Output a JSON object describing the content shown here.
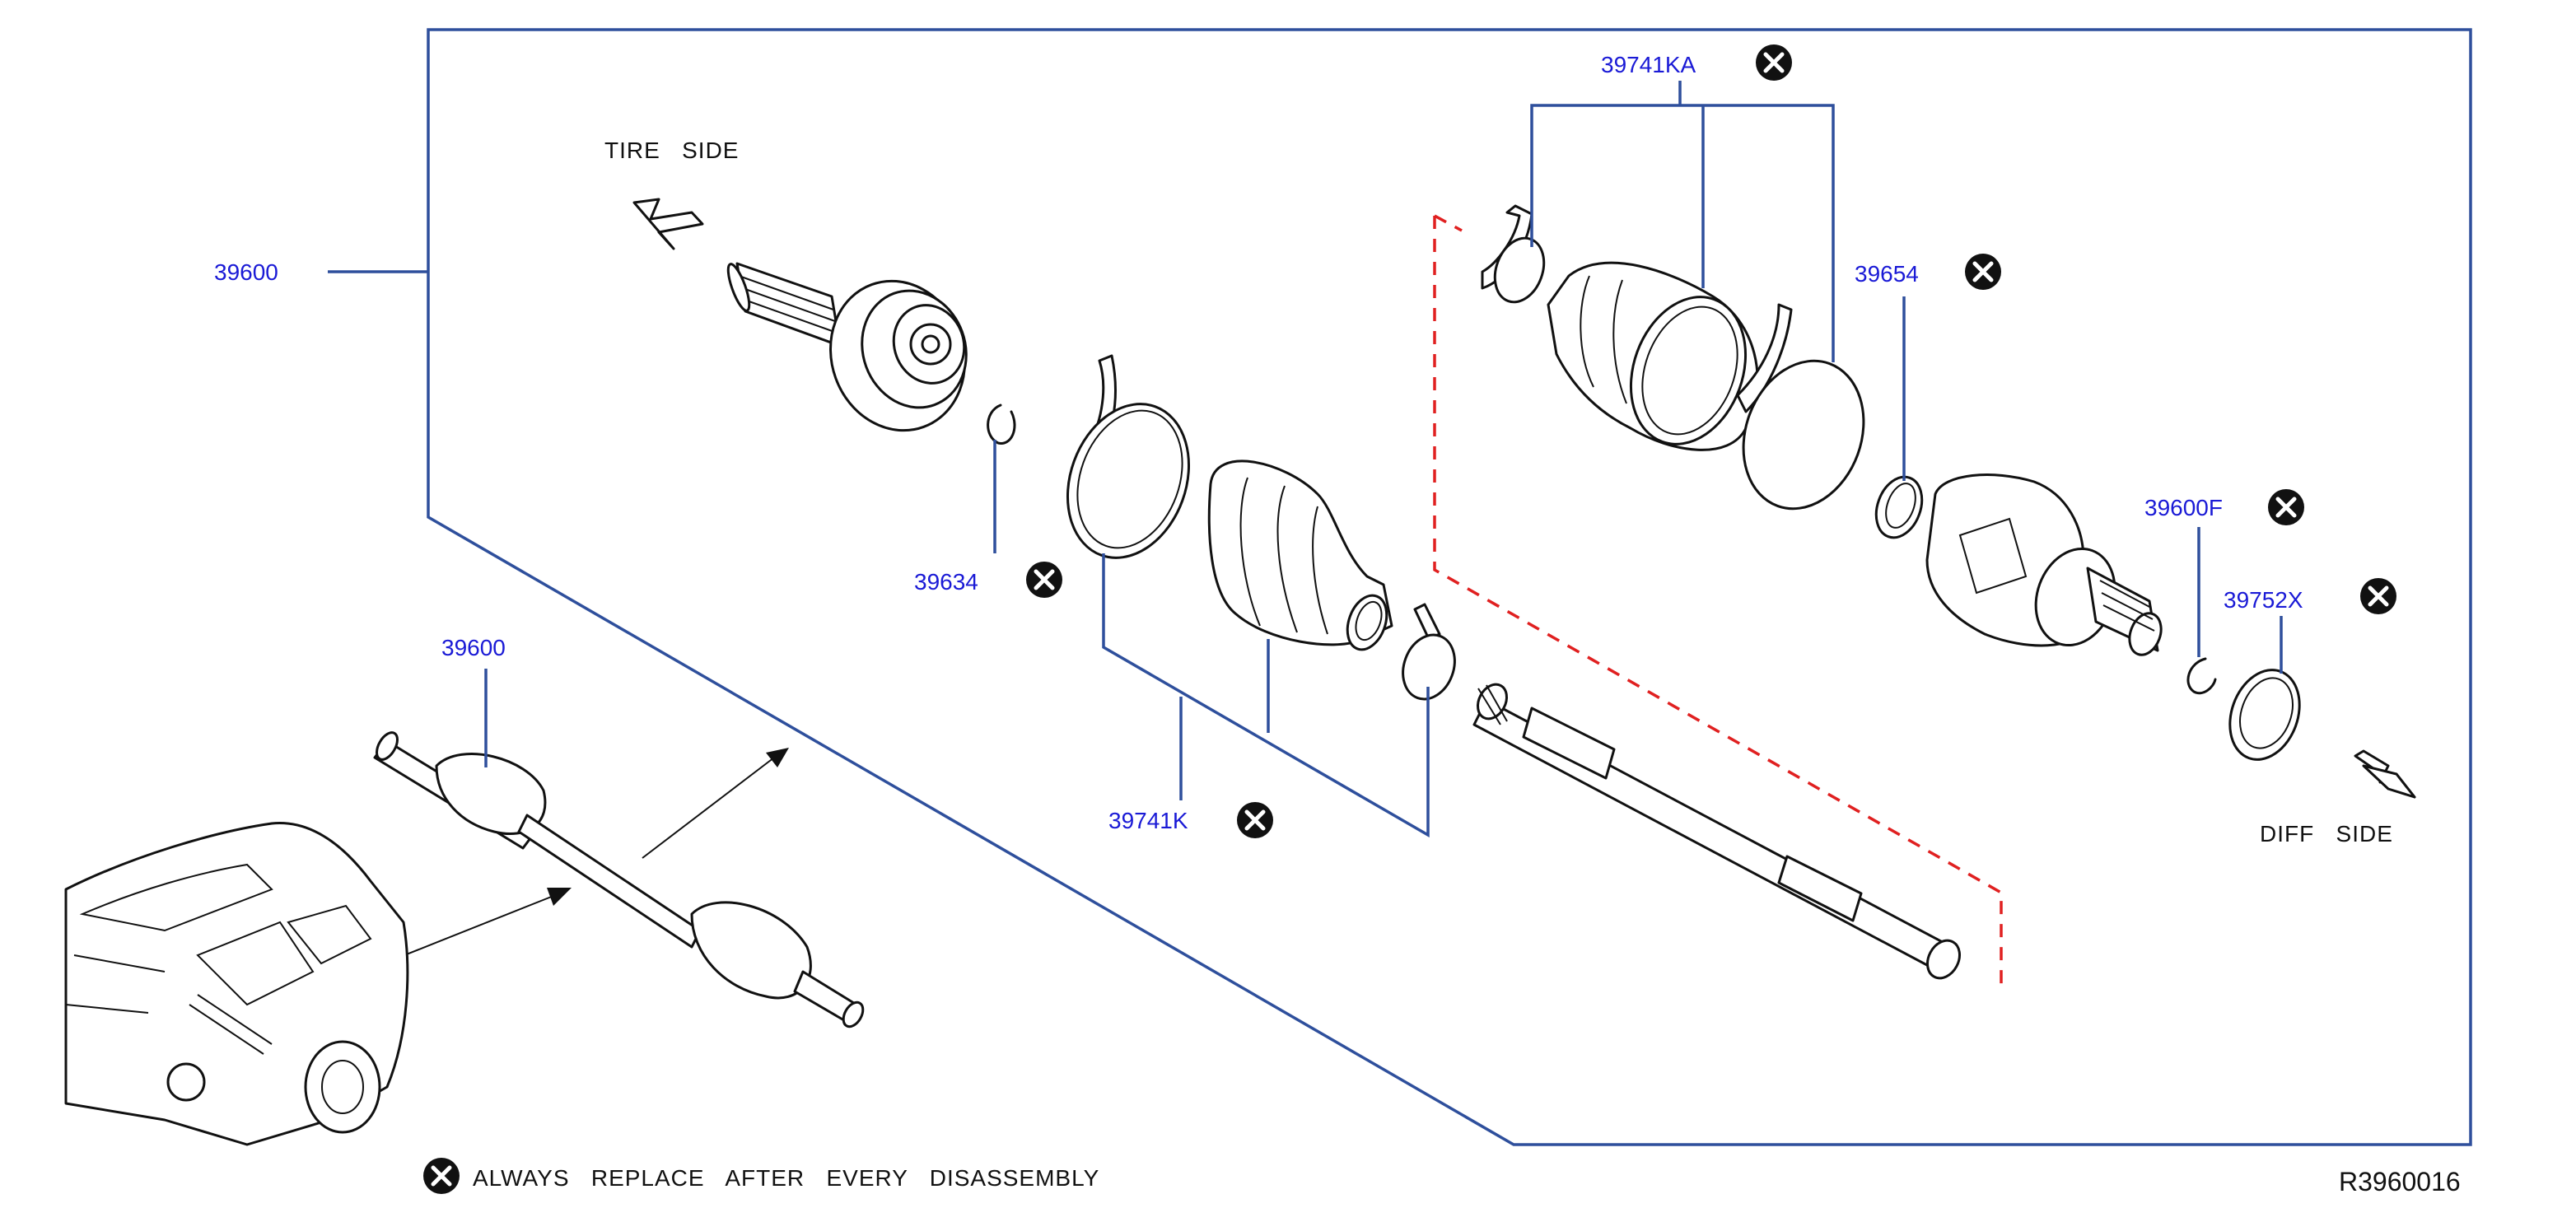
{
  "labels": {
    "assembly_main": "39600",
    "assembly_small": "39600",
    "circlip_outer": "39634",
    "boot_kit_outer": "39741K",
    "boot_kit_inner": "39741KA",
    "circlip_inner": "39654",
    "inner_joint": "39600F",
    "seal": "39752X"
  },
  "directions": {
    "tire_side": "TIRE   SIDE",
    "diff_side": "DIFF   SIDE"
  },
  "legend": {
    "text": "ALWAYS   REPLACE   AFTER   EVERY   DISASSEMBLY"
  },
  "reference_code": "R3960016",
  "colors": {
    "label": "#1a1ad6",
    "callout_line": "#2e4f9c",
    "dashed_box": "#e02020",
    "ink": "#111111"
  }
}
